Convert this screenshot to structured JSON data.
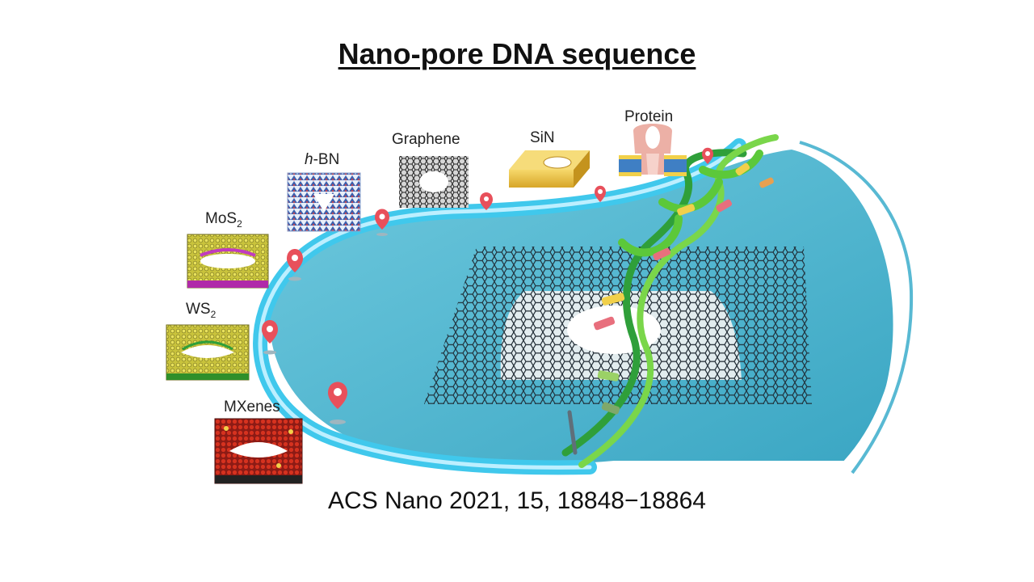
{
  "title": "Nano-pore DNA sequence",
  "citation": "ACS Nano 2021, 15, 18848−18864",
  "materials": [
    {
      "id": "mos2",
      "prefix": "",
      "italic": "",
      "main": "MoS",
      "sub": "2",
      "color": "#c8c23a"
    },
    {
      "id": "ws2",
      "prefix": "",
      "italic": "",
      "main": "WS",
      "sub": "2",
      "color": "#c8c23a"
    },
    {
      "id": "mxenes",
      "prefix": "",
      "italic": "",
      "main": "MXenes",
      "sub": "",
      "color": "#c0271d"
    },
    {
      "id": "hbn",
      "prefix": "",
      "italic": "h",
      "main": "-BN",
      "sub": "",
      "color": "#4a6fb0"
    },
    {
      "id": "graphene",
      "prefix": "",
      "italic": "",
      "main": "Graphene",
      "sub": "",
      "color": "#555555"
    },
    {
      "id": "sin",
      "prefix": "",
      "italic": "",
      "main": "SiN",
      "sub": "",
      "color": "#e2b73a"
    },
    {
      "id": "protein",
      "prefix": "",
      "italic": "",
      "main": "Protein",
      "sub": "",
      "color": "#e89a8c"
    }
  ],
  "colors": {
    "pool": "#4bb6cf",
    "pool_light": "#7fd0e2",
    "track": "#38c6ea",
    "pin": "#e8505b",
    "helix": "#5cc83a"
  }
}
